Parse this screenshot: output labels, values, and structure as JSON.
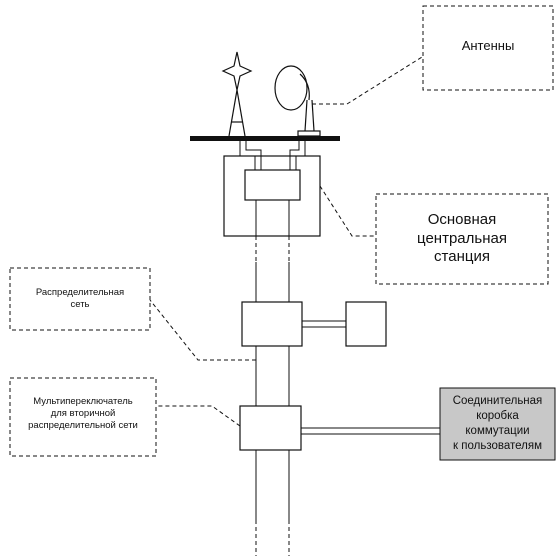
{
  "labels": {
    "antennas": "Антенны",
    "main_station_line1": "Основная",
    "main_station_line2": "центральная",
    "main_station_line3": "станция",
    "distribution_line1": "Распределительная",
    "distribution_line2": "сеть",
    "multiswitch_line1": "Мультипереключатель",
    "multiswitch_line2": "для вторичной",
    "multiswitch_line3": "распределительной сети",
    "junction_line1": "Соединительная",
    "junction_line2": "коробка",
    "junction_line3": "коммутации",
    "junction_line4": "к пользователям"
  },
  "colors": {
    "line": "#111111",
    "junction_fill": "#c8c8c8"
  }
}
